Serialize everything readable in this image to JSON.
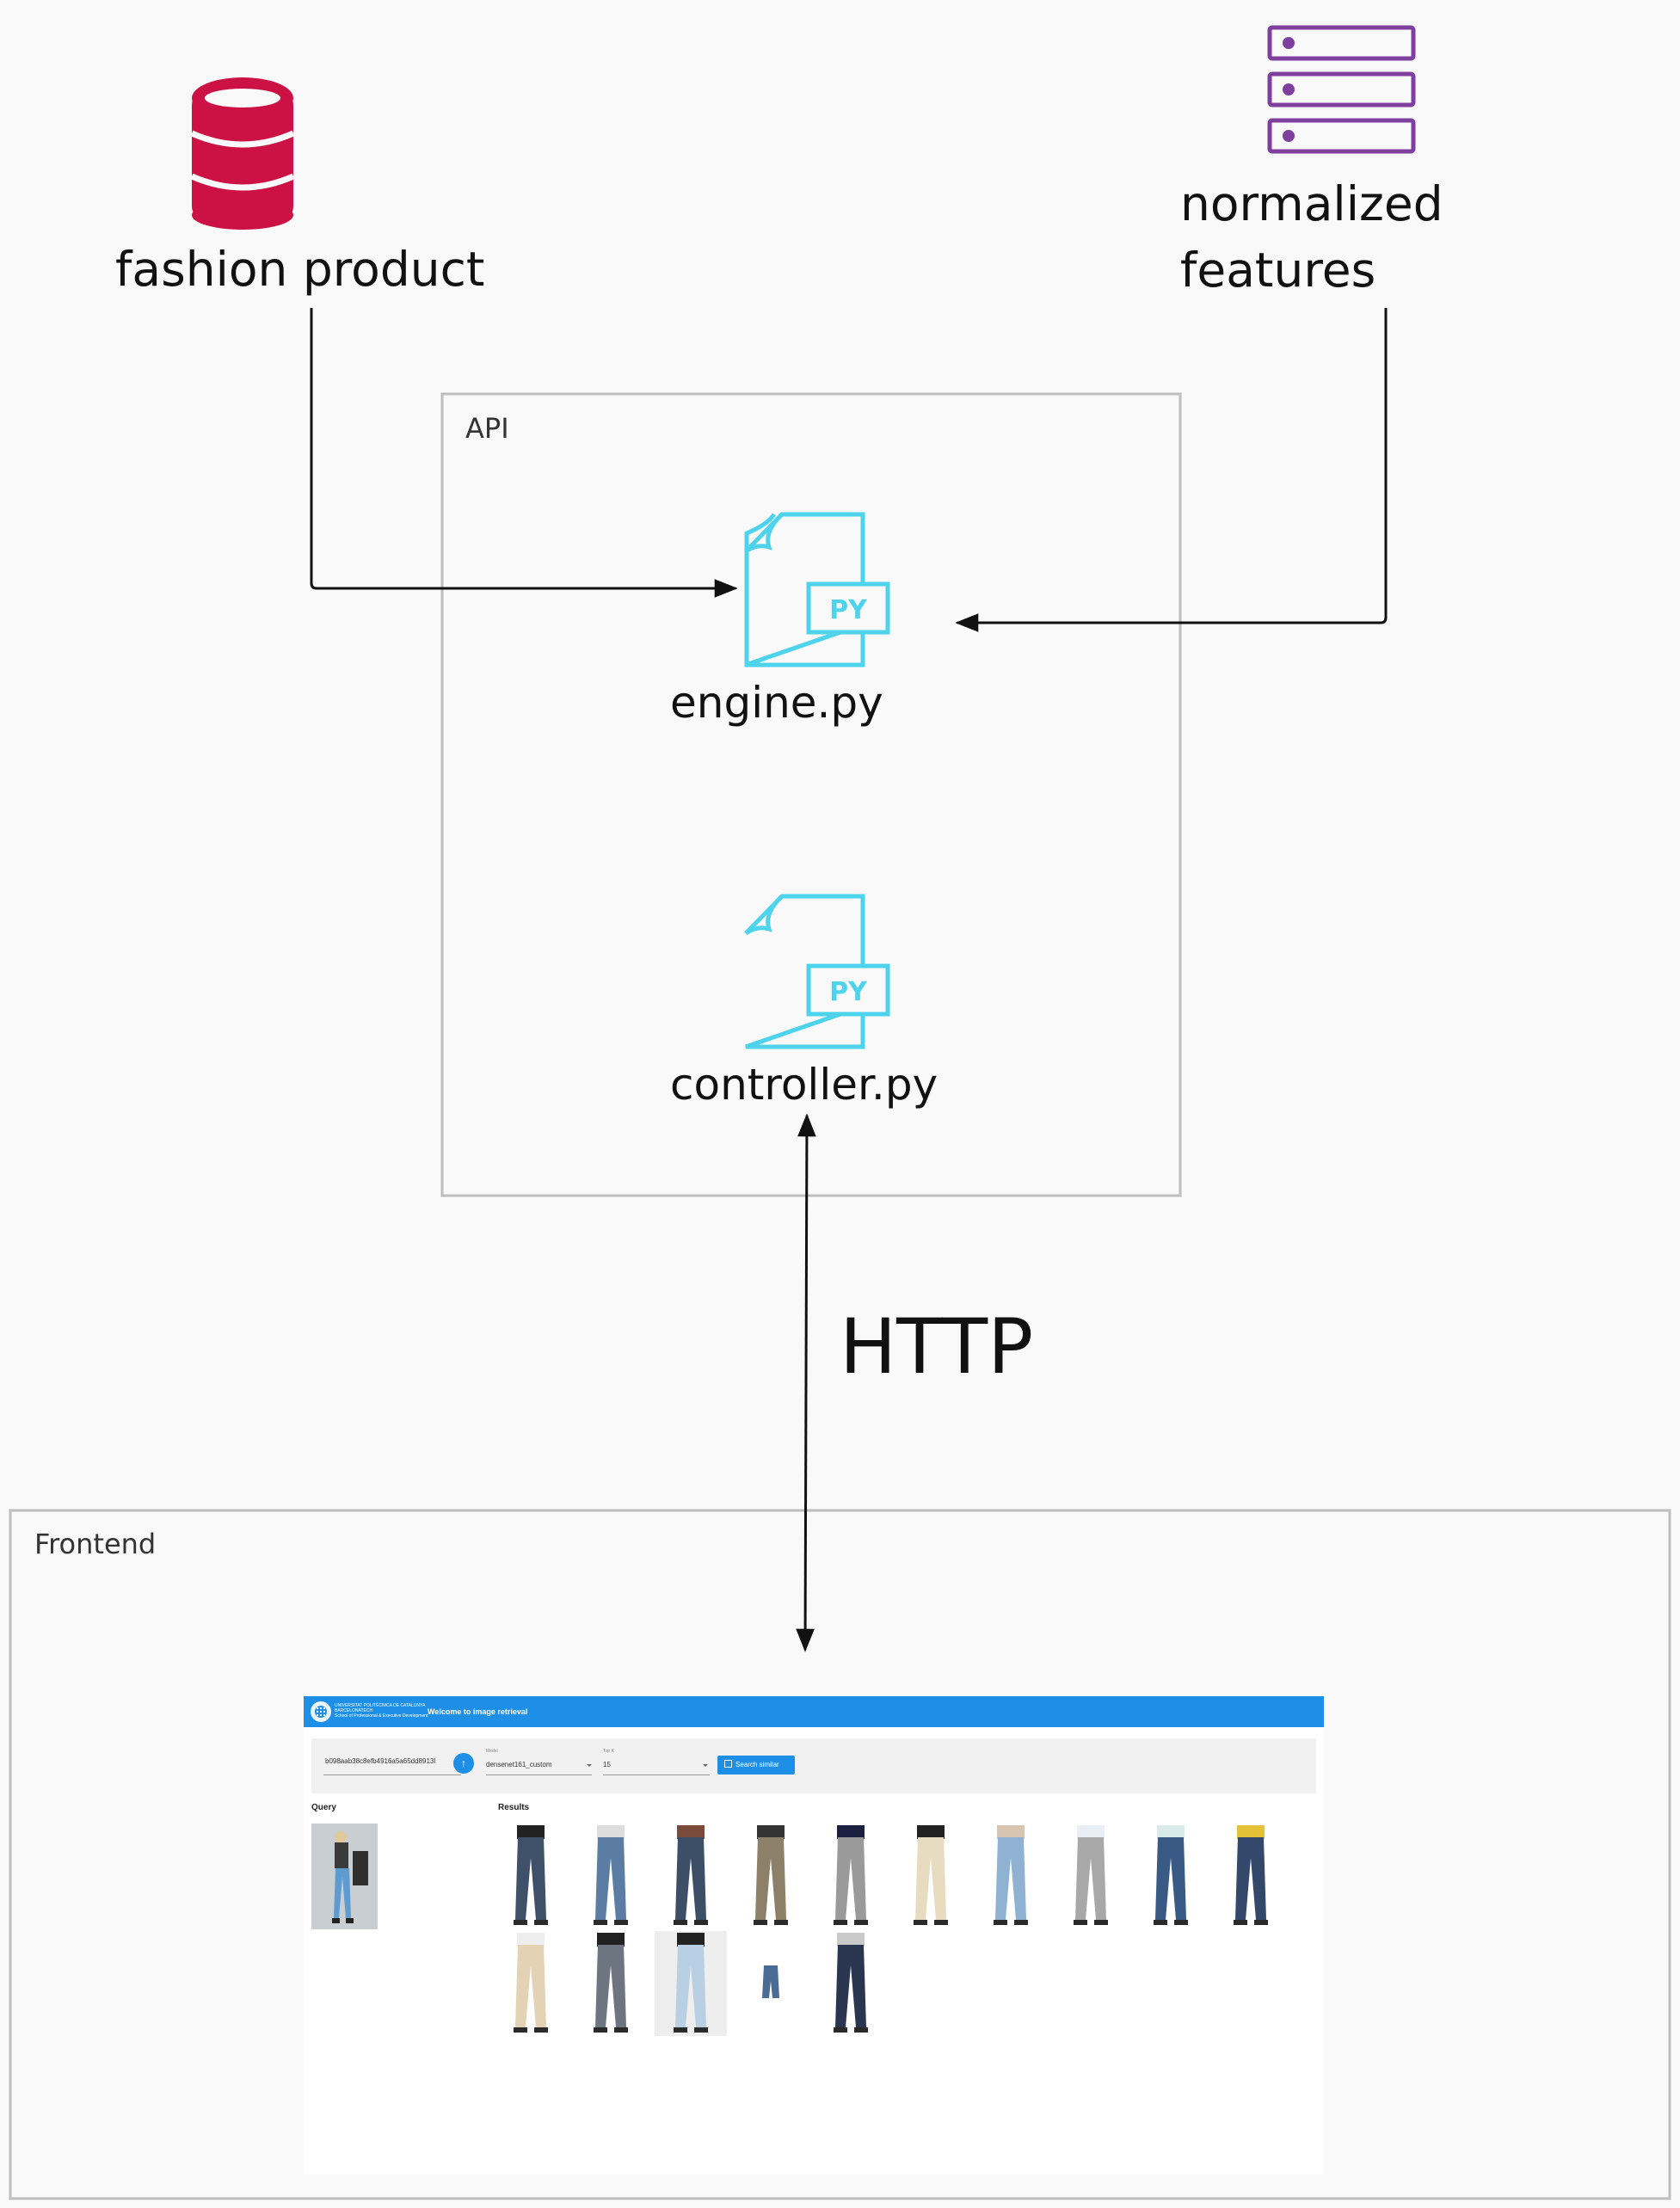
{
  "nodes": {
    "fashion_product": {
      "label": "fashion product",
      "icon": "database-icon",
      "color": "#cc1144"
    },
    "normalized_features": {
      "label_line1": "normalized",
      "label_line2": "features",
      "icon": "server-stack-icon",
      "color": "#7e3f9e"
    },
    "engine": {
      "label": "engine.py",
      "icon": "python-file-icon",
      "icon_text": "PY",
      "color": "#4dd4ec"
    },
    "controller": {
      "label": "controller.py",
      "icon": "python-file-icon",
      "icon_text": "PY",
      "color": "#4dd4ec"
    }
  },
  "groups": {
    "api": {
      "title": "API"
    },
    "frontend": {
      "title": "Frontend"
    }
  },
  "edges": [
    {
      "from": "fashion_product",
      "to": "engine",
      "label": ""
    },
    {
      "from": "normalized_features",
      "to": "engine",
      "label": ""
    },
    {
      "from": "controller",
      "to": "frontend",
      "label": "HTTP",
      "bidirectional": true
    }
  ],
  "frontend_app": {
    "university_name": "UNIVERSITAT POLITÈCNICA DE CATALUNYA\nBARCELONATECH\nSchool of Professional & Executive Development",
    "title": "Welcome to image retrieval",
    "query_value": "b098aab38c8efb4916a5a65dd8913l",
    "upload_icon": "upload-icon",
    "model_label": "Model",
    "model_value": "densenet161_custom",
    "topk_label": "Top K",
    "topk_value": "15",
    "search_button": "Search similar",
    "query_heading": "Query",
    "results_heading": "Results",
    "query_image": "woman in jeans photo",
    "result_count": 15,
    "results": [
      {
        "image": "dark jeans"
      },
      {
        "image": "blue jeans"
      },
      {
        "image": "dark jeans"
      },
      {
        "image": "khaki trousers"
      },
      {
        "image": "grey trousers"
      },
      {
        "image": "cream trousers"
      },
      {
        "image": "light blue jeans"
      },
      {
        "image": "grey trousers"
      },
      {
        "image": "dark jeans"
      },
      {
        "image": "dark jeans"
      },
      {
        "image": "beige trousers"
      },
      {
        "image": "grey jeans"
      },
      {
        "image": "light blue jeans"
      },
      {
        "image": "child jeans"
      },
      {
        "image": "dark slim jeans"
      }
    ]
  }
}
